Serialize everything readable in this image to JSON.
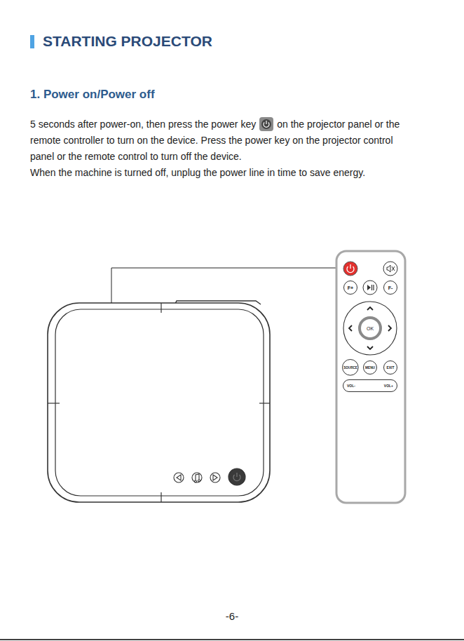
{
  "diagram": {
    "title": "STARTING PROJECTOR",
    "nodes": [
      {
        "text": [
          "F+"
        ]
      },
      {
        "text": [
          "F-"
        ]
      },
      {
        "text": [
          "OK"
        ]
      },
      {
        "text": [
          "SOURCE"
        ]
      },
      {
        "text": [
          "MENU"
        ]
      },
      {
        "text": [
          "EXIT"
        ]
      },
      {
        "text": [
          "VOL-",
          "VOL+"
        ]
      }
    ],
    "labels": [
      "1. Power on/Power off",
      "5 seconds after power-on, then press the power key",
      "on the projector panel or the remote controller to turn on the device. Press the power key on the projector control panel or the remote control to turn off the device.",
      "When the machine is turned off, unplug the power line in time to save energy.",
      "-6-"
    ]
  }
}
